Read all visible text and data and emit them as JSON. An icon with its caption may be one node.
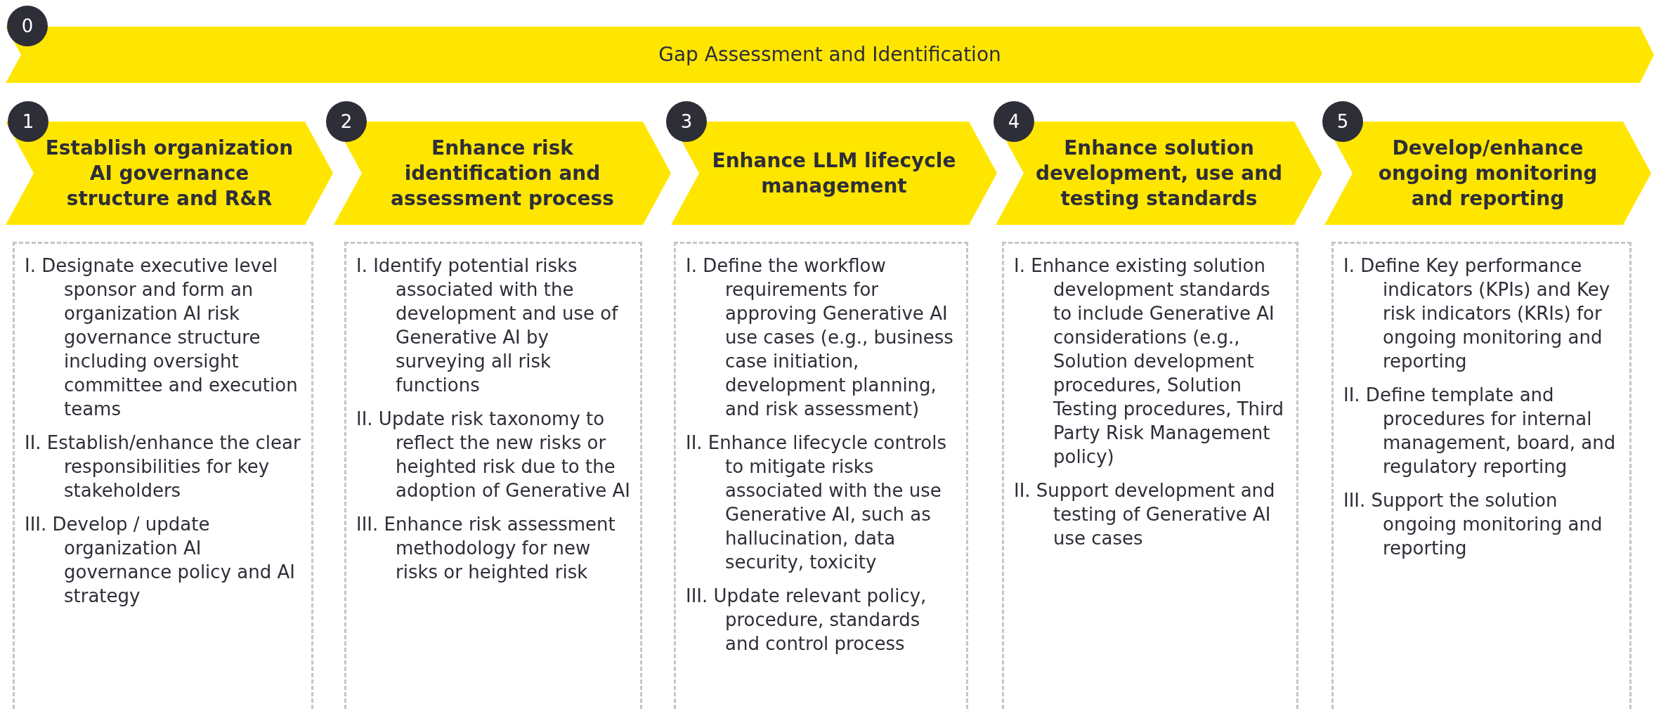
{
  "diagram": {
    "nodes": [
      {
        "text": [
          "0"
        ]
      },
      {
        "text": [
          "Gap Assessment and Identification"
        ]
      },
      {
        "text": [
          "1"
        ]
      },
      {
        "text": [
          "Establish organization AI governance structure and R&R"
        ]
      },
      {
        "text": [
          "I. Designate executive level sponsor and form an organization AI risk governance structure including oversight committee and execution teams",
          "II. Establish/enhance the clear responsibilities for key stakeholders",
          "III. Develop / update organization AI governance policy and AI strategy"
        ]
      },
      {
        "text": [
          "2"
        ]
      },
      {
        "text": [
          "Enhance risk identification and assessment process"
        ]
      },
      {
        "text": [
          "I. Identify potential risks associated with the development and use of Generative AI by surveying all risk functions",
          "II. Update risk taxonomy to reflect the new risks or heighted risk due to the adoption of Generative AI",
          "III. Enhance risk assessment methodology for new risks or heighted risk"
        ]
      },
      {
        "text": [
          "3"
        ]
      },
      {
        "text": [
          "Enhance LLM lifecycle management"
        ]
      },
      {
        "text": [
          "I. Define the workflow requirements for approving Generative AI use cases (e.g., business case initiation, development planning, and risk assessment)",
          "II. Enhance lifecycle controls to mitigate risks associated with the use Generative AI, such as hallucination, data security, toxicity",
          "III. Update relevant policy, procedure, standards and control process"
        ]
      },
      {
        "text": [
          "4"
        ]
      },
      {
        "text": [
          "Enhance solution development, use and testing standards"
        ]
      },
      {
        "text": [
          "I. Enhance existing solution development standards to include Generative AI considerations (e.g., Solution development procedures, Solution Testing procedures, Third Party Risk Management policy)",
          "II. Support development and testing of Generative AI use cases"
        ]
      },
      {
        "text": [
          "5"
        ]
      },
      {
        "text": [
          "Develop/enhance ongoing monitoring and reporting"
        ]
      },
      {
        "text": [
          "I. Define Key performance indicators (KPIs) and Key risk indicators (KRIs) for ongoing monitoring and reporting",
          "II. Define template and procedures for internal management, board, and regulatory reporting",
          "III. Support the solution ongoing monitoring and reporting"
        ]
      }
    ],
    "edges": []
  }
}
